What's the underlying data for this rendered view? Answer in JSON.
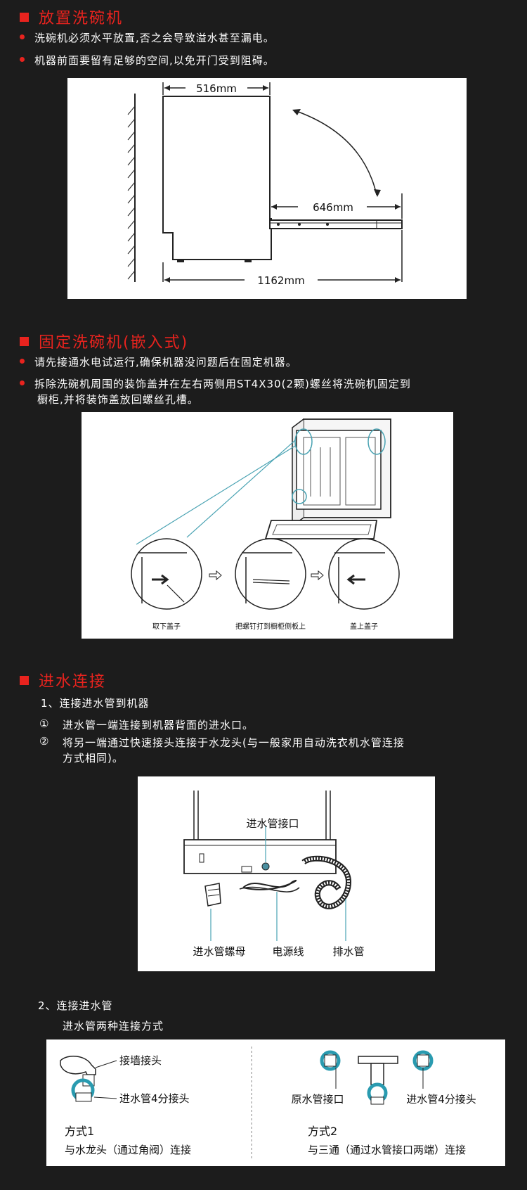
{
  "section1": {
    "title": "放置洗碗机",
    "bullets": [
      "洗碗机必须水平放置,否之会导致溢水甚至漏电。",
      "机器前面要留有足够的空间,以免开门受到阻碍。"
    ],
    "dims": {
      "width": "516mm",
      "door": "646mm",
      "total": "1162mm"
    }
  },
  "section2": {
    "title": "固定洗碗机(嵌入式)",
    "bullets": [
      "请先接通水电试运行,确保机器没问题后在固定机器。",
      "拆除洗碗机周围的装饰盖并在左右两侧用ST4X30(2颗)螺丝将洗碗机固定到",
      "橱柜,并将装饰盖放回螺丝孔槽。"
    ],
    "steps": [
      "取下盖子",
      "把螺钉打到橱柜侧板上",
      "盖上盖子"
    ]
  },
  "section3": {
    "title": "进水连接",
    "sub1": "1、连接进水管到机器",
    "item1_num": "①",
    "item1": "进水管一端连接到机器背面的进水口。",
    "item2_num": "②",
    "item2_line1": "将另一端通过快速接头连接于水龙头(与一般家用自动洗衣机水管连接",
    "item2_line2": "方式相同)。",
    "labels": {
      "inlet": "进水管接口",
      "nut": "进水管螺母",
      "power": "电源线",
      "drain": "排水管"
    },
    "sub2": "2、连接进水管",
    "sub2_desc": "进水管两种连接方式",
    "method1": {
      "label_a": "接墙接头",
      "label_b": "进水管4分接头",
      "name": "方式1",
      "desc": "与水龙头（通过角阀）连接"
    },
    "method2": {
      "label_a": "原水管接口",
      "label_b": "进水管4分接头",
      "name": "方式2",
      "desc": "与三通（通过水管接口两端）连接"
    }
  }
}
